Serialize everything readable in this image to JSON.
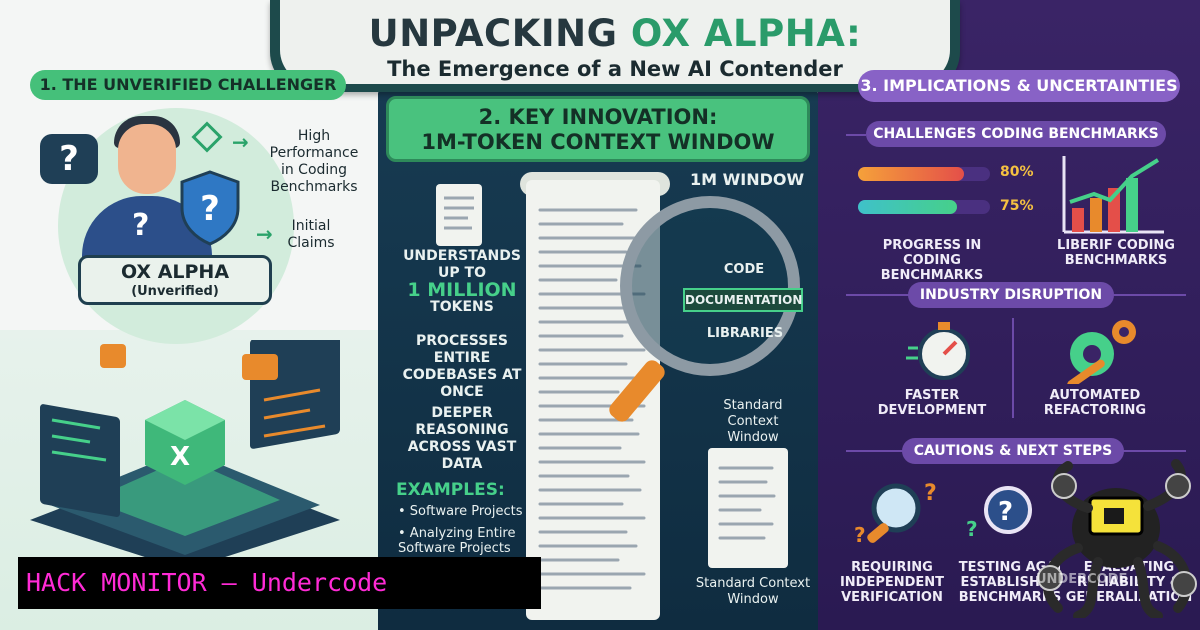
{
  "header": {
    "title_part1": "UNPACKING ",
    "title_accent": "OX ALPHA:",
    "subtitle": "The Emergence of a New AI Contender"
  },
  "section1": {
    "heading": "1. THE UNVERIFIED CHALLENGER",
    "claim_high": "High Performance in Coding Benchmarks",
    "claim_initial": "Initial Claims",
    "label_name": "OX ALPHA",
    "label_sub": "(Unverified)"
  },
  "section2": {
    "heading_line1": "2. KEY INNOVATION:",
    "heading_line2": "1M-TOKEN CONTEXT WINDOW",
    "understands_pre": "UNDERSTANDS UP TO",
    "understands_big": "1 MILLION",
    "understands_post": "TOKENS",
    "processes": "PROCESSES ENTIRE CODEBASES AT ONCE",
    "deeper": "DEEPER REASONING ACROSS VAST DATA",
    "examples_heading": "EXAMPLES:",
    "examples": [
      "• Software Projects",
      "• Analyzing Entire Software Projects"
    ],
    "window_label": "1M WINDOW",
    "mag_code": "CODE",
    "mag_doc": "DOCUMENTATION",
    "mag_lib": "LIBRARIES",
    "std_context_1": "Standard Context Window",
    "std_context_2": "Standard Context Window"
  },
  "section3": {
    "heading": "3. IMPLICATIONS & UNCERTAINTIES",
    "challenges": "CHALLENGES CODING BENCHMARKS",
    "pct1": "80%",
    "pct2": "75%",
    "progress_label": "PROGRESS IN CODING BENCHMARKS",
    "verify_label": "LIBERIF CODING BENCHMARKS",
    "industry": "INDUSTRY DISRUPTION",
    "faster": "FASTER DEVELOPMENT",
    "refactor": "AUTOMATED REFACTORING",
    "cautions": "CAUTIONS & NEXT STEPS",
    "req": "REQUIRING INDEPENDENT VERIFICATION",
    "testing": "TESTING AGAI ESTABLISHED BENCHMARKS",
    "evaluating": "EVALUATING RELIABILITY & GENERALIZATION"
  },
  "progress_bars": [
    0.8,
    0.75
  ],
  "watermark": {
    "banner": "HACK MONITOR – Undercode",
    "faint": "UNDERCODE"
  },
  "colors": {
    "green": "#46d08a",
    "purple": "#6c4aa8",
    "navy": "#173b52",
    "magenta": "#ff2bd6"
  }
}
